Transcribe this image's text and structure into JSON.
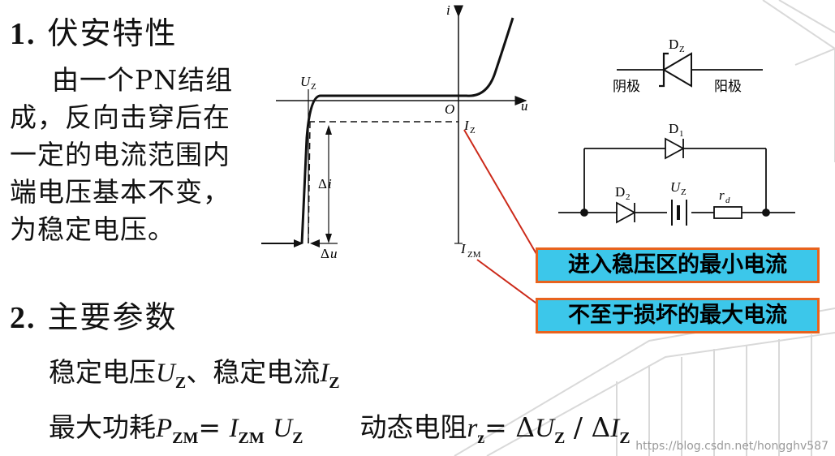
{
  "heading1": {
    "num": "1.",
    "text": "伏安特性"
  },
  "description": "由一个PN结组成，反向击穿后在一定的电流范围内端电压基本不变，为稳定电压。",
  "heading2": {
    "num": "2.",
    "text": "主要参数"
  },
  "params": {
    "line1": {
      "a": "稳定电压",
      "Uz": "U",
      "Uz_sub": "Z",
      "sep": "、稳定电流",
      "Iz": "I",
      "Iz_sub": "Z"
    },
    "line2": {
      "a": "最大功耗",
      "P": "P",
      "P_sub": "ZM",
      "eq": "= ",
      "I": "I",
      "I_sub": "ZM",
      "U": "U",
      "U_sub": "Z",
      "b": "动态电阻",
      "r": "r",
      "r_sub": "z",
      "eq2": "= Δ",
      "U2": "U",
      "U2_sub": "Z",
      "div": " / Δ",
      "I2": "I",
      "I2_sub": "Z"
    }
  },
  "graph": {
    "axis_i": "i",
    "axis_u": "u",
    "origin": "O",
    "Uz": "U",
    "Uz_sub": "Z",
    "Iz": "I",
    "Iz_sub": "Z",
    "Izm": "I",
    "Izm_sub": "ZM",
    "delta_i": "Δ",
    "delta_i_var": "i",
    "delta_u": "Δ",
    "delta_u_var": "u"
  },
  "symbol": {
    "Dz": "D",
    "Dz_sub": "Z",
    "cathode": "阴极",
    "anode": "阳极"
  },
  "circuit": {
    "D1": "D",
    "D1_sub": "1",
    "D2": "D",
    "D2_sub": "2",
    "Uz": "U",
    "Uz_sub": "Z",
    "rd": "r",
    "rd_sub": "d"
  },
  "callouts": {
    "min_current": "进入稳压区的最小电流",
    "max_current": "不至于损坏的最大电流"
  },
  "watermark": "https://blog.csdn.net/hongghv587",
  "colors": {
    "callout_fill": "#3cc7ea",
    "callout_border": "#e8631e",
    "pointer_line": "#cc2a1a"
  }
}
